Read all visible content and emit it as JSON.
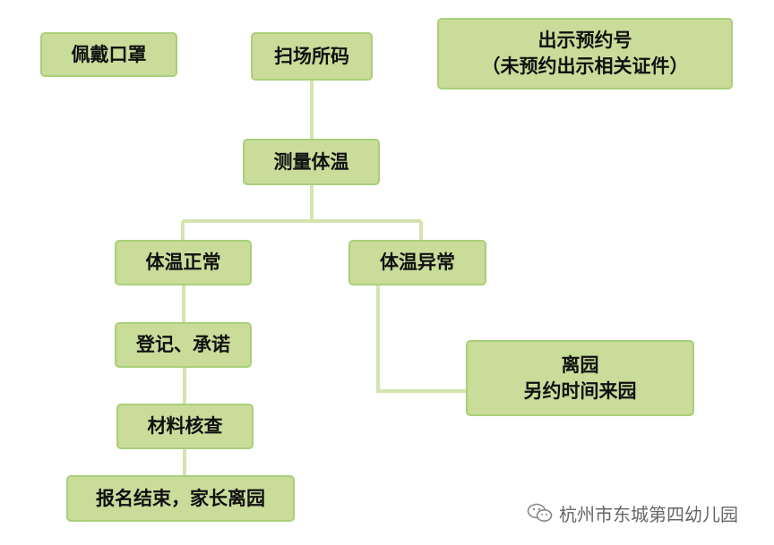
{
  "steps": {
    "mask": "佩戴口罩",
    "scan": "扫场所码",
    "appointment_line1": "出示预约号",
    "appointment_line2": "（未预约出示相关证件）",
    "measure": "测量体温",
    "normal": "体温正常",
    "abnormal": "体温异常",
    "register": "登记、承诺",
    "check": "材料核查",
    "finish": "报名结束，家长离园",
    "leave_line1": "离园",
    "leave_line2": "另约时间来园"
  },
  "watermark": {
    "text": "杭州市东城第四幼儿园",
    "icon": "wechat-icon"
  },
  "colors": {
    "box_fill": "#c9dc9a",
    "box_border": "#a9cf7a",
    "connector": "#d4e4ae"
  }
}
